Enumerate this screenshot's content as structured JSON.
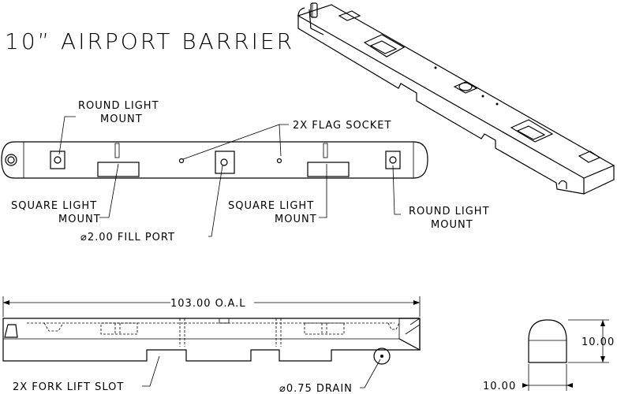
{
  "title": "10” AIRPORT BARRIER",
  "callouts": {
    "round_light_mount_left": [
      "ROUND LIGHT",
      "MOUNT"
    ],
    "flag_socket": "2X FLAG SOCKET",
    "square_light_mount_left": [
      "SQUARE LIGHT",
      "MOUNT"
    ],
    "square_light_mount_right": [
      "SQUARE LIGHT",
      "MOUNT"
    ],
    "round_light_mount_right": [
      "ROUND LIGHT",
      "MOUNT"
    ],
    "fill_port": "⌀2.00 FILL PORT",
    "fork_lift_slot": "2X FORK LIFT SLOT",
    "drain": "⌀0.75 DRAIN"
  },
  "dimensions": {
    "overall_length": "103.00 O.A.L",
    "end_height": "10.00",
    "end_width": "10.00"
  }
}
